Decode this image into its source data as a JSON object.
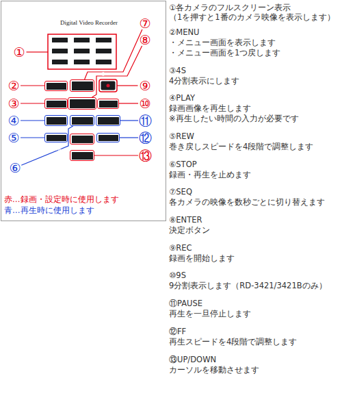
{
  "diagram": {
    "nodes": [
      {
        "text": [
          "Digital Video Recorder"
        ]
      },
      {
        "text": [
          "1"
        ],
        "in": 0
      },
      {
        "text": [
          "2"
        ],
        "in": 0
      },
      {
        "text": [
          "3"
        ],
        "in": 0
      },
      {
        "text": [
          "4"
        ],
        "in": 0
      },
      {
        "text": [
          "5"
        ],
        "in": 0
      },
      {
        "text": [
          "6"
        ],
        "in": 0
      },
      {
        "text": [
          "7"
        ],
        "in": 0
      },
      {
        "text": [
          "8"
        ],
        "in": 0
      },
      {
        "text": [
          "9"
        ],
        "in": 0
      },
      {
        "text": [
          "MENU"
        ],
        "in": 0
      },
      {
        "text": [
          "SEQ"
        ],
        "in": 0
      },
      {
        "text": [
          "4S"
        ],
        "in": 0
      },
      {
        "text": [
          "ENTER"
        ],
        "in": 0
      },
      {
        "text": [
          "9S"
        ],
        "in": 0
      },
      {
        "text": [
          "PLAY"
        ],
        "in": 0
      },
      {
        "text": [
          "STOP"
        ],
        "in": 0
      },
      {
        "text": [
          "PAUSE"
        ],
        "in": 0
      },
      {
        "text": [
          "REW"
        ],
        "in": 0
      },
      {
        "text": [
          "FF"
        ],
        "in": 0
      },
      {
        "text": [
          "UP"
        ],
        "in": 0
      },
      {
        "text": [
          "DOWN"
        ],
        "in": 0
      },
      {
        "text": [
          "①"
        ]
      },
      {
        "text": [
          "②"
        ]
      },
      {
        "text": [
          "③"
        ]
      },
      {
        "text": [
          "④"
        ]
      },
      {
        "text": [
          "⑤"
        ]
      },
      {
        "text": [
          "⑥"
        ]
      },
      {
        "text": [
          "⑦"
        ]
      },
      {
        "text": [
          "⑧"
        ]
      },
      {
        "text": [
          "⑨"
        ]
      },
      {
        "text": [
          "⑩"
        ]
      },
      {
        "text": [
          "⑪"
        ]
      },
      {
        "text": [
          "⑫"
        ]
      },
      {
        "text": [
          "⑬"
        ]
      }
    ],
    "edges": [
      {
        "from": 23,
        "to": 10,
        "arrow": "none"
      },
      {
        "from": 24,
        "to": 12,
        "arrow": "none"
      },
      {
        "from": 25,
        "to": 15,
        "arrow": "none"
      },
      {
        "from": 26,
        "to": 18,
        "arrow": "none"
      },
      {
        "from": 27,
        "to": 16,
        "arrow": "none"
      },
      {
        "from": 28,
        "to": 11,
        "arrow": "none"
      },
      {
        "from": 29,
        "to": 13,
        "arrow": "none"
      },
      {
        "from": 31,
        "to": 14,
        "arrow": "none"
      },
      {
        "from": 32,
        "to": 17,
        "arrow": "none"
      },
      {
        "from": 33,
        "to": 19,
        "arrow": "none"
      },
      {
        "from": 34,
        "to": 21,
        "arrow": "none"
      }
    ],
    "labels": [
      "①各カメラのフルスクリーン表示",
      "（1を押すと1番のカメラ映像を表示します）",
      "②MENU",
      "・メニュー画面を表示します",
      "・メニュー画面を1つ戻します",
      "③4S",
      "4分割表示にします",
      "④PLAY",
      "録画画像を再生します",
      "※再生したい時間の入力が必要です",
      "⑤REW",
      "巻き戻しスピードを4段階で調整します",
      "⑥STOP",
      "録画・再生を止めます",
      "⑦SEQ",
      "各カメラの映像を数秒ごとに切り替えます",
      "⑧ENTER",
      "決定ボタン",
      "⑨REC",
      "録画を開始します",
      "⑩9S",
      "9分割表示します（RD-3421/3421Bのみ）",
      "⑪PAUSE",
      "再生を一旦停止します",
      "⑫FF",
      "再生スピードを4段階で調整します",
      "⑬UP/DOWN",
      "カーソルを移動させます",
      "赤…録画・設定時に使用します",
      "青…再生時に使用します"
    ]
  }
}
